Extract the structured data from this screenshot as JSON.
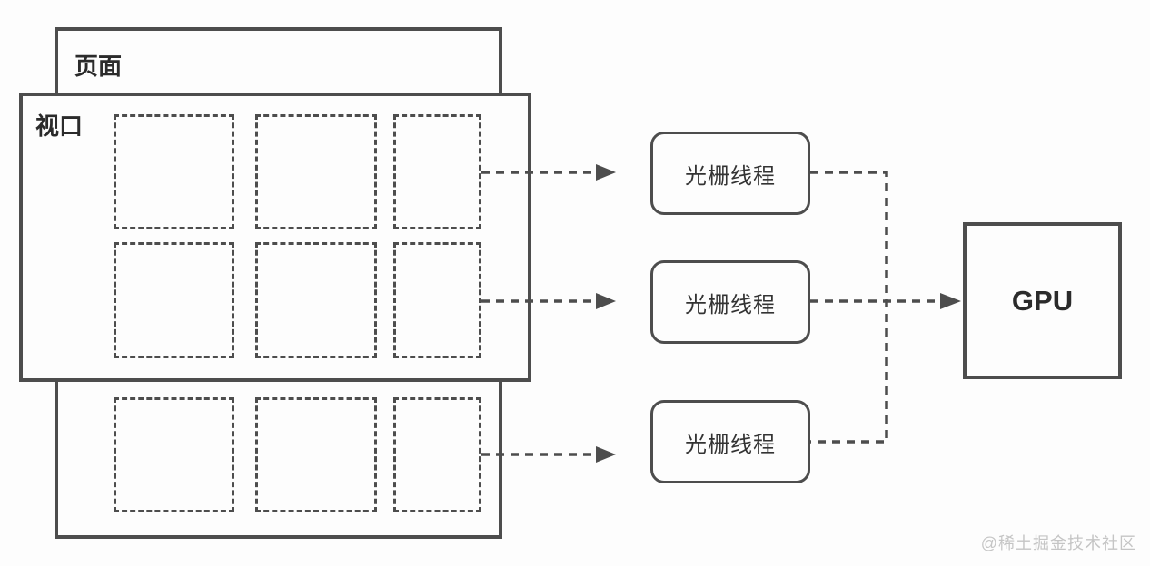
{
  "diagram": {
    "page_label": "页面",
    "viewport_label": "视口",
    "raster_threads": [
      "光栅线程",
      "光栅线程",
      "光栅线程"
    ],
    "gpu_label": "GPU",
    "watermark": "@稀土掘金技术社区",
    "tile_grid": {
      "rows": 3,
      "cols": 3
    },
    "colors": {
      "stroke": "#4d4d4d",
      "text": "#2b2b2b",
      "watermark": "#c5c5c5",
      "background": "#fdfdfd"
    }
  }
}
